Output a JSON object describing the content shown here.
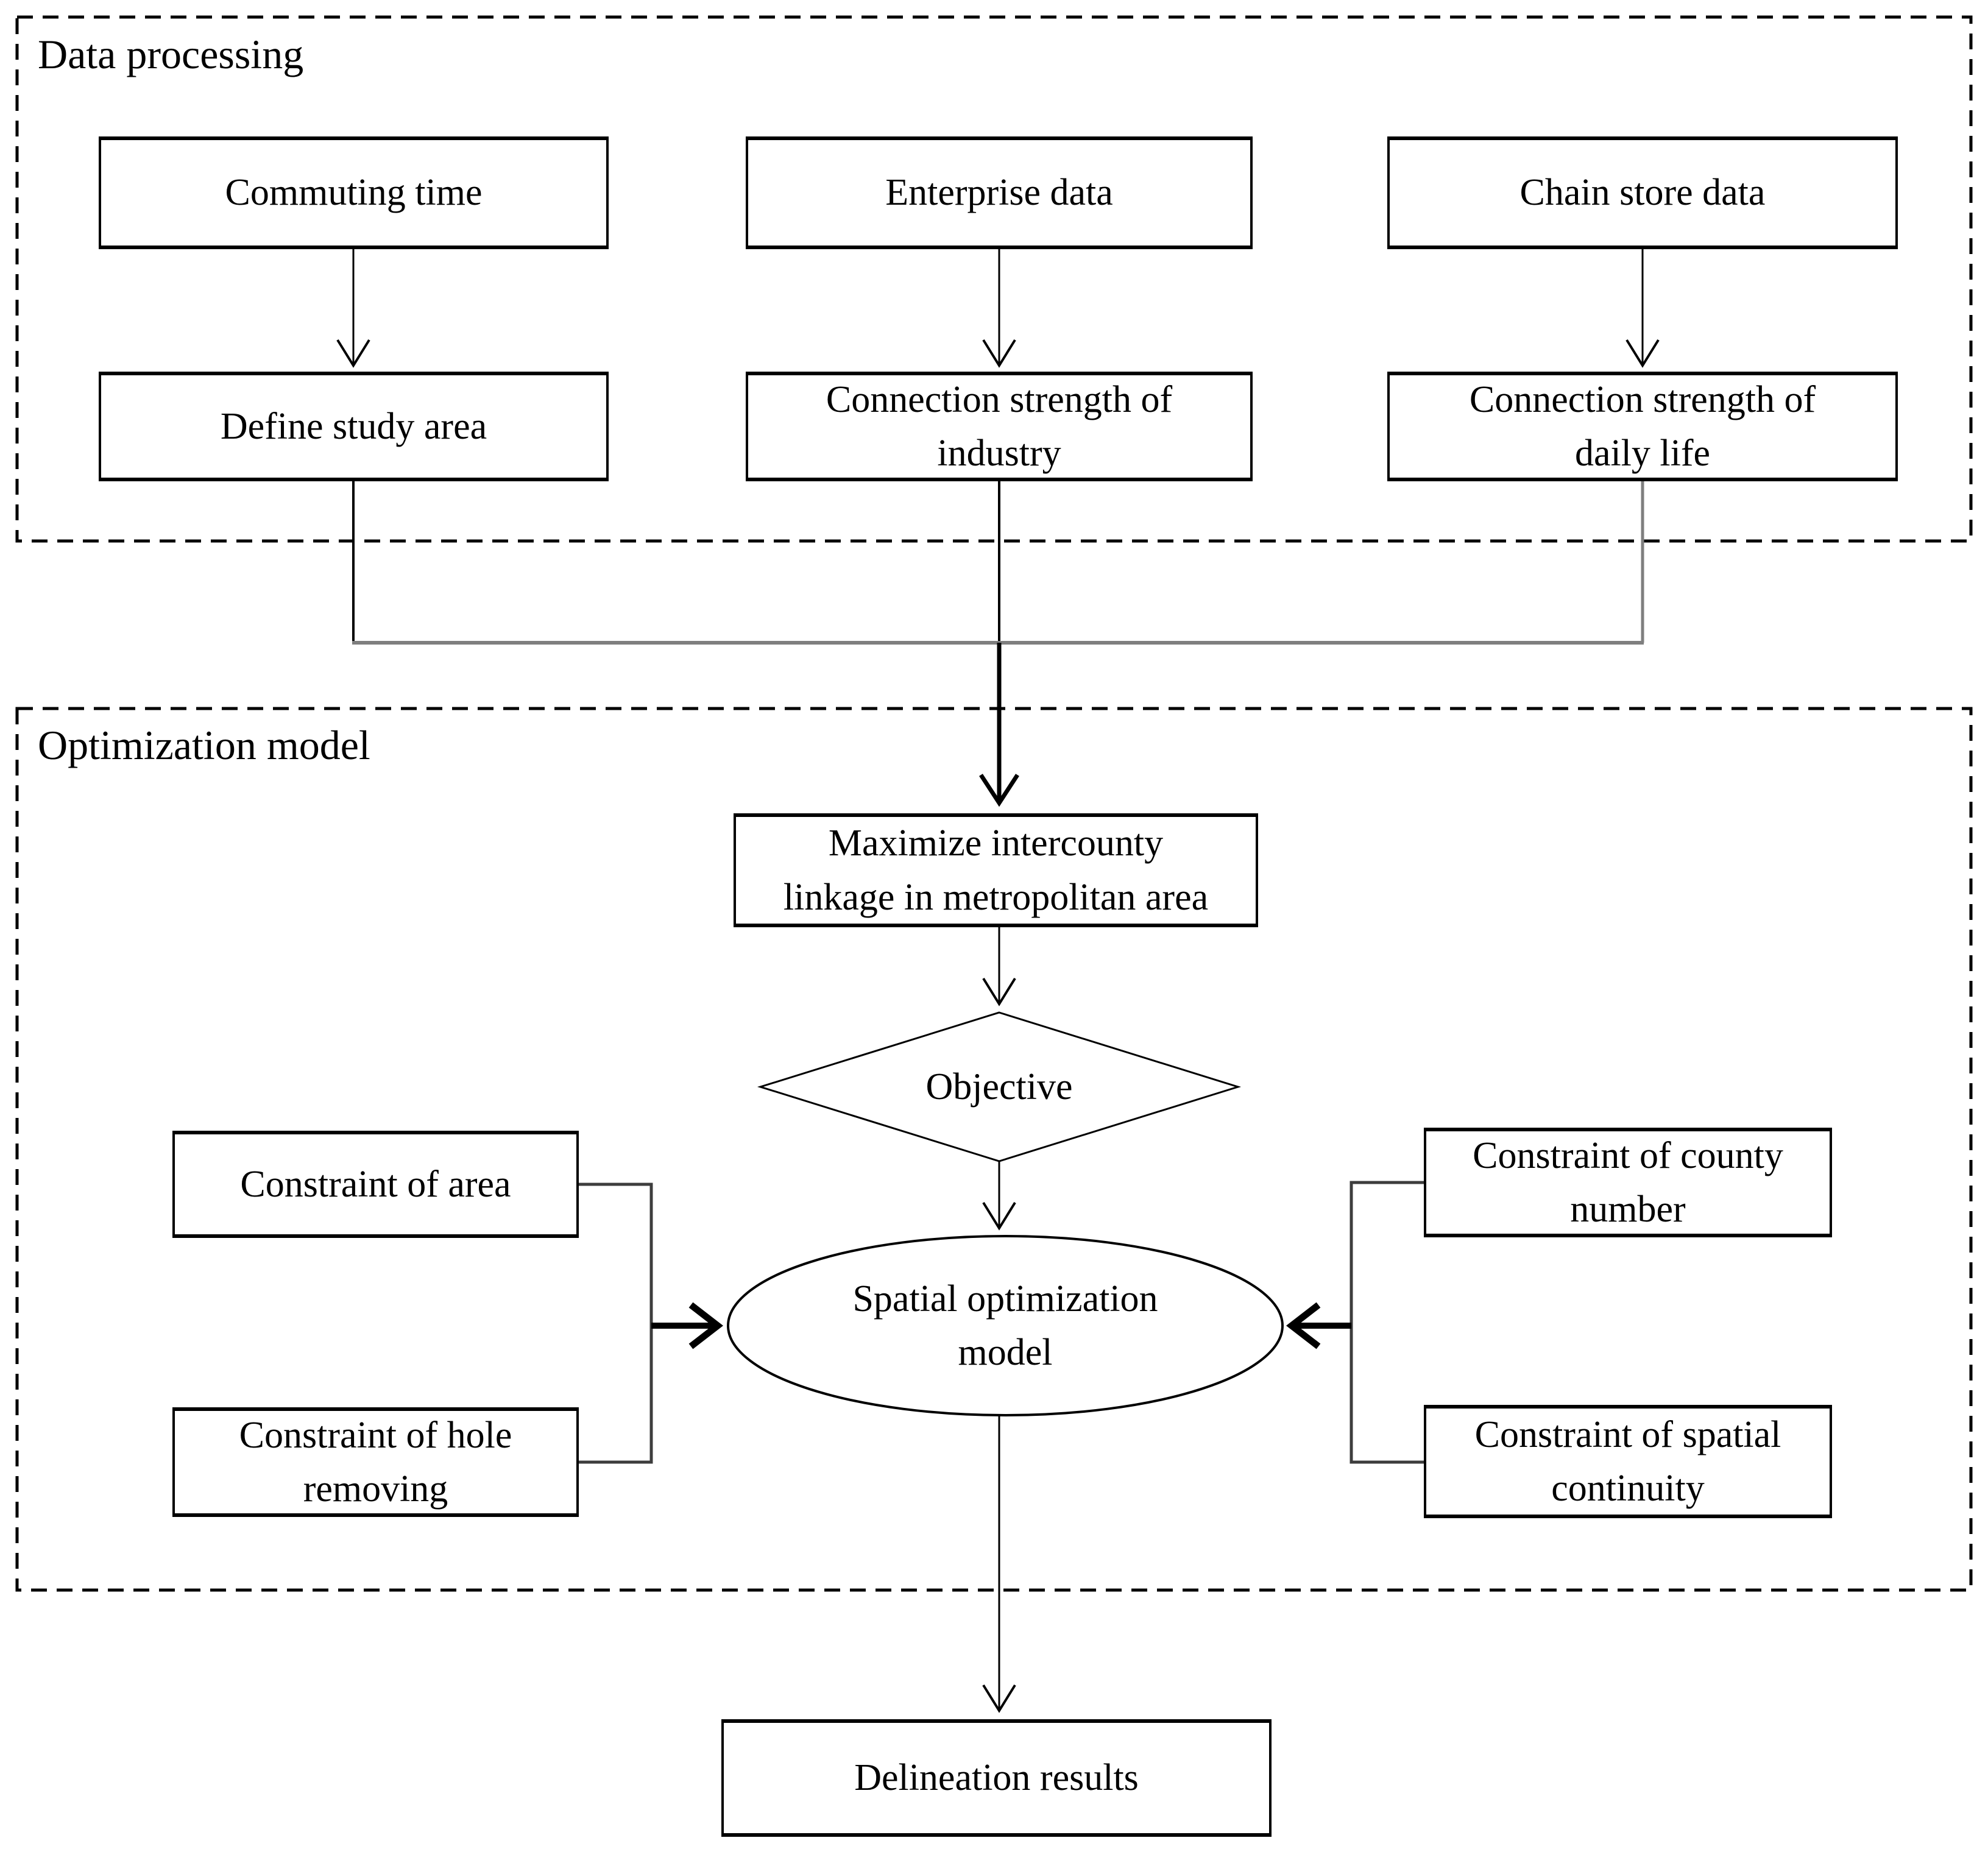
{
  "figure": {
    "type": "flowchart",
    "title": ""
  },
  "sections": {
    "data_processing": {
      "label": "Data processing"
    },
    "optimization_model": {
      "label": "Optimization model"
    }
  },
  "nodes": {
    "commuting_time": {
      "label": "Commuting time",
      "shape": "rectangle"
    },
    "enterprise_data": {
      "label": "Enterprise data",
      "shape": "rectangle"
    },
    "chain_store_data": {
      "label": "Chain store data",
      "shape": "rectangle"
    },
    "define_study_area": {
      "label": "Define study area",
      "shape": "rectangle"
    },
    "connection_strength_industry": {
      "label": "Connection strength of\nindustry",
      "shape": "rectangle"
    },
    "connection_strength_daily_life": {
      "label": "Connection strength of\ndaily life",
      "shape": "rectangle"
    },
    "maximize_linkage": {
      "label": "Maximize intercounty\nlinkage in metropolitan area",
      "shape": "rectangle"
    },
    "objective": {
      "label": "Objective",
      "shape": "diamond"
    },
    "constraint_area": {
      "label": "Constraint of area",
      "shape": "rectangle"
    },
    "constraint_hole_removing": {
      "label": "Constraint of hole\nremoving",
      "shape": "rectangle"
    },
    "constraint_county_number": {
      "label": "Constraint of county\nnumber",
      "shape": "rectangle"
    },
    "constraint_spatial_continuity": {
      "label": "Constraint of spatial\ncontinuity",
      "shape": "rectangle"
    },
    "spatial_optimization_model": {
      "label": "Spatial optimization\nmodel",
      "shape": "ellipse"
    },
    "delineation_results": {
      "label": "Delineation results",
      "shape": "rectangle"
    }
  },
  "edges": [
    {
      "from": "commuting_time",
      "to": "define_study_area"
    },
    {
      "from": "enterprise_data",
      "to": "connection_strength_industry"
    },
    {
      "from": "chain_store_data",
      "to": "connection_strength_daily_life"
    },
    {
      "from": "define_study_area",
      "to": "maximize_linkage"
    },
    {
      "from": "connection_strength_industry",
      "to": "maximize_linkage"
    },
    {
      "from": "connection_strength_daily_life",
      "to": "maximize_linkage"
    },
    {
      "from": "maximize_linkage",
      "to": "objective"
    },
    {
      "from": "objective",
      "to": "spatial_optimization_model"
    },
    {
      "from": "constraint_area",
      "to": "spatial_optimization_model"
    },
    {
      "from": "constraint_hole_removing",
      "to": "spatial_optimization_model"
    },
    {
      "from": "constraint_county_number",
      "to": "spatial_optimization_model"
    },
    {
      "from": "constraint_spatial_continuity",
      "to": "spatial_optimization_model"
    },
    {
      "from": "spatial_optimization_model",
      "to": "delineation_results"
    }
  ],
  "colors": {
    "background": "#ffffff",
    "line_black": "#000000",
    "line_gray": "#7f7f7f",
    "connector_dark": "#3d3d3d",
    "text": "#000000"
  }
}
